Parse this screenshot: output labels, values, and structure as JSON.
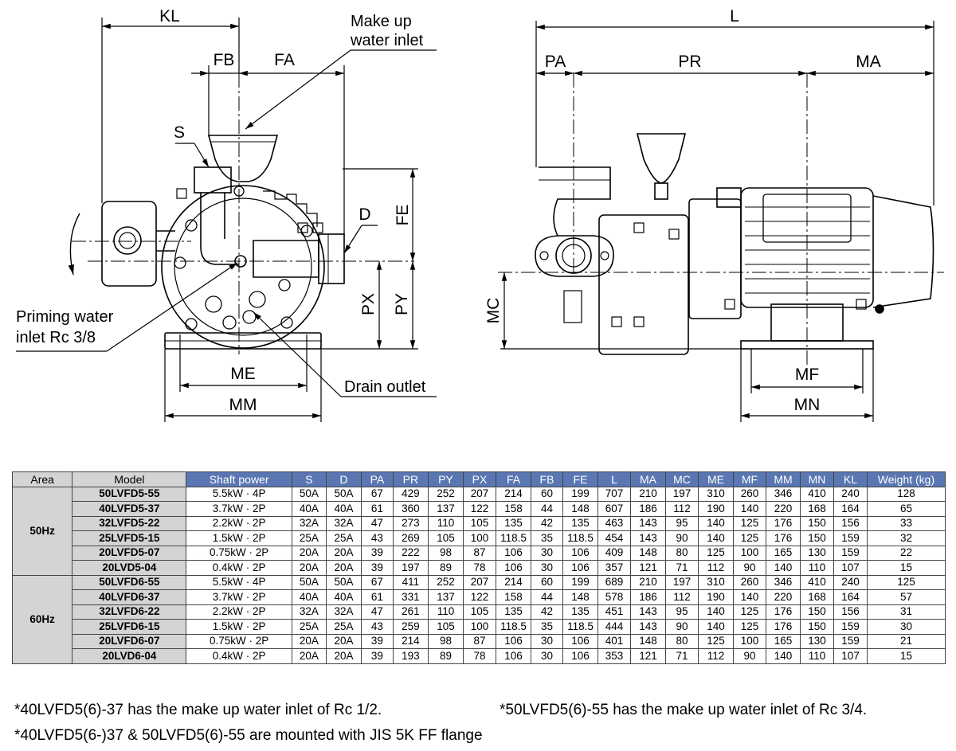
{
  "drawing": {
    "left_view": {
      "dimension_labels": {
        "kl": "KL",
        "fb": "FB",
        "fa": "FA",
        "s": "S",
        "d": "D",
        "fe": "FE",
        "px": "PX",
        "py": "PY",
        "me": "ME",
        "mm": "MM"
      },
      "callouts": {
        "make_up_line1": "Make up",
        "make_up_line2": "water inlet",
        "priming_line1": "Priming water",
        "priming_line2": "inlet Rc 3/8",
        "drain": "Drain outlet"
      }
    },
    "right_view": {
      "dimension_labels": {
        "l": "L",
        "pa": "PA",
        "pr": "PR",
        "ma": "MA",
        "mc": "MC",
        "mf": "MF",
        "mn": "MN"
      }
    }
  },
  "table": {
    "headers": [
      "Area",
      "Model",
      "Shaft power",
      "S",
      "D",
      "PA",
      "PR",
      "PY",
      "PX",
      "FA",
      "FB",
      "FE",
      "L",
      "MA",
      "MC",
      "ME",
      "MF",
      "MM",
      "MN",
      "KL",
      "Weight (kg)"
    ],
    "groups": [
      {
        "area": "50Hz",
        "rows": [
          [
            "50LVFD5-55",
            "5.5kW · 4P",
            "50A",
            "50A",
            "67",
            "429",
            "252",
            "207",
            "214",
            "60",
            "199",
            "707",
            "210",
            "197",
            "310",
            "260",
            "346",
            "410",
            "240",
            "128"
          ],
          [
            "40LVFD5-37",
            "3.7kW · 2P",
            "40A",
            "40A",
            "61",
            "360",
            "137",
            "122",
            "158",
            "44",
            "148",
            "607",
            "186",
            "112",
            "190",
            "140",
            "220",
            "168",
            "164",
            "65"
          ],
          [
            "32LVFD5-22",
            "2.2kW · 2P",
            "32A",
            "32A",
            "47",
            "273",
            "110",
            "105",
            "135",
            "42",
            "135",
            "463",
            "143",
            "95",
            "140",
            "125",
            "176",
            "150",
            "156",
            "33"
          ],
          [
            "25LVFD5-15",
            "1.5kW · 2P",
            "25A",
            "25A",
            "43",
            "269",
            "105",
            "100",
            "118.5",
            "35",
            "118.5",
            "454",
            "143",
            "90",
            "140",
            "125",
            "176",
            "150",
            "159",
            "32"
          ],
          [
            "20LVFD5-07",
            "0.75kW · 2P",
            "20A",
            "20A",
            "39",
            "222",
            "98",
            "87",
            "106",
            "30",
            "106",
            "409",
            "148",
            "80",
            "125",
            "100",
            "165",
            "130",
            "159",
            "22"
          ],
          [
            "20LVD5-04",
            "0.4kW · 2P",
            "20A",
            "20A",
            "39",
            "197",
            "89",
            "78",
            "106",
            "30",
            "106",
            "357",
            "121",
            "71",
            "112",
            "90",
            "140",
            "110",
            "107",
            "15"
          ]
        ]
      },
      {
        "area": "60Hz",
        "rows": [
          [
            "50LVFD6-55",
            "5.5kW · 4P",
            "50A",
            "50A",
            "67",
            "411",
            "252",
            "207",
            "214",
            "60",
            "199",
            "689",
            "210",
            "197",
            "310",
            "260",
            "346",
            "410",
            "240",
            "125"
          ],
          [
            "40LVFD6-37",
            "3.7kW · 2P",
            "40A",
            "40A",
            "61",
            "331",
            "137",
            "122",
            "158",
            "44",
            "148",
            "578",
            "186",
            "112",
            "190",
            "140",
            "220",
            "168",
            "164",
            "57"
          ],
          [
            "32LVFD6-22",
            "2.2kW · 2P",
            "32A",
            "32A",
            "47",
            "261",
            "110",
            "105",
            "135",
            "42",
            "135",
            "451",
            "143",
            "95",
            "140",
            "125",
            "176",
            "150",
            "156",
            "31"
          ],
          [
            "25LVFD6-15",
            "1.5kW · 2P",
            "25A",
            "25A",
            "43",
            "259",
            "105",
            "100",
            "118.5",
            "35",
            "118.5",
            "444",
            "143",
            "90",
            "140",
            "125",
            "176",
            "150",
            "159",
            "30"
          ],
          [
            "20LVFD6-07",
            "0.75kW · 2P",
            "20A",
            "20A",
            "39",
            "214",
            "98",
            "87",
            "106",
            "30",
            "106",
            "401",
            "148",
            "80",
            "125",
            "100",
            "165",
            "130",
            "159",
            "21"
          ],
          [
            "20LVD6-04",
            "0.4kW · 2P",
            "20A",
            "20A",
            "39",
            "193",
            "89",
            "78",
            "106",
            "30",
            "106",
            "353",
            "121",
            "71",
            "112",
            "90",
            "140",
            "110",
            "107",
            "15"
          ]
        ]
      }
    ]
  },
  "notes": {
    "note1": "*40LVFD5(6)-37 has the make up water inlet of Rc 1/2.",
    "note2": "*50LVFD5(6)-55 has the make up water inlet of Rc 3/4.",
    "note3": "*40LVFD5(6-)37 & 50LVFD5(6)-55 are mounted with JIS 5K FF flange"
  }
}
